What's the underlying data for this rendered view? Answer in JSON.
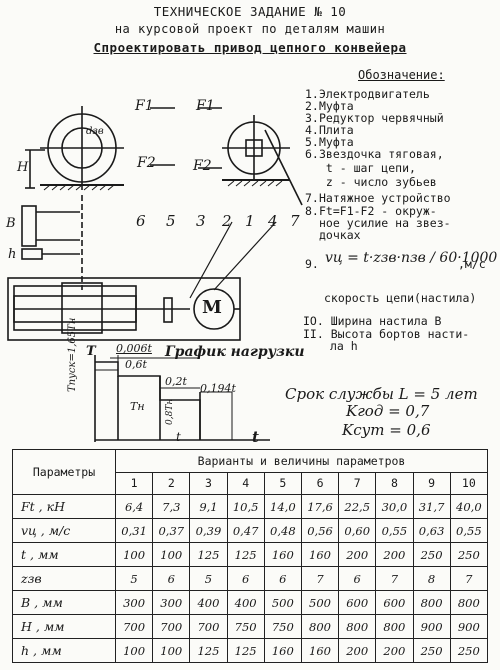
{
  "header": {
    "title": "ТЕХНИЧЕСКОЕ ЗАДАНИЕ № 10",
    "subtitle": "на курсовой проект по деталям машин",
    "task": "Спроектировать привод цепного конвейера"
  },
  "legend": {
    "title": "Обозначение:",
    "items": [
      {
        "num": "1.",
        "text": "Электродвигатель"
      },
      {
        "num": "2.",
        "text": "Муфта"
      },
      {
        "num": "3.",
        "text": "Редуктор червячный"
      },
      {
        "num": "4.",
        "text": "Плита"
      },
      {
        "num": "5.",
        "text": "Муфта"
      },
      {
        "num": "6.",
        "text": "Звездочка тяговая,"
      },
      {
        "num": "",
        "text": "  t - шаг цепи,"
      },
      {
        "num": "",
        "text": "  z - число зубьев"
      },
      {
        "num": "7.",
        "text": "Натяжное устройство"
      },
      {
        "num": "8.",
        "text": "Ft=F1-F2 - окруж-"
      },
      {
        "num": "",
        "text": "ное усилие на звез-"
      },
      {
        "num": "",
        "text": "дочках"
      }
    ],
    "item9_num": "9.",
    "item9_formula": "vц = t·zзв·nзв / 60·1000",
    "item9_unit": ",м/с",
    "item9_caption": "скорость цепи(настила)",
    "item10": "IO. Ширина настила B",
    "item11": "II. Высота бортов насти-",
    "item11b": "ла h"
  },
  "drawing": {
    "labels": {
      "F1_left": "F1",
      "F1_right": "F1",
      "F2_left": "F2",
      "F2_right": "F2",
      "H": "H",
      "B": "B",
      "h": "h",
      "d": "dзв",
      "numbers": [
        "6",
        "5",
        "3",
        "2",
        "1",
        "4",
        "7"
      ],
      "motor": "M"
    }
  },
  "load_graph": {
    "title": "График нагрузки",
    "T_label": "T",
    "Tpusk": "Tпуск=1,65Tн",
    "Tn": "Tн",
    "t_0006": "0,006t",
    "t_06": "0,6t",
    "t_02": "0,2t",
    "t_0194": "0,194t",
    "t_label": "t",
    "t_axis": "t",
    "T081": "0,8Tн",
    "service_life": "Срок службы L = 5 лет",
    "k_god": "Kгод = 0,7",
    "k_sut": "Kсут = 0,6"
  },
  "table": {
    "header_param": "Параметры",
    "header_variants": "Варианты и величины параметров",
    "variant_numbers": [
      "1",
      "2",
      "3",
      "4",
      "5",
      "6",
      "7",
      "8",
      "9",
      "10"
    ],
    "rows": [
      {
        "label": "Ft , кН",
        "values": [
          "6,4",
          "7,3",
          "9,1",
          "10,5",
          "14,0",
          "17,6",
          "22,5",
          "30,0",
          "31,7",
          "40,0"
        ]
      },
      {
        "label": "vц , м/с",
        "values": [
          "0,31",
          "0,37",
          "0,39",
          "0,47",
          "0,48",
          "0,56",
          "0,60",
          "0,55",
          "0,63",
          "0,55"
        ]
      },
      {
        "label": "t , мм",
        "values": [
          "100",
          "100",
          "125",
          "125",
          "160",
          "160",
          "200",
          "200",
          "250",
          "250"
        ]
      },
      {
        "label": "zзв",
        "values": [
          "5",
          "6",
          "5",
          "6",
          "6",
          "7",
          "6",
          "7",
          "8",
          "7"
        ]
      },
      {
        "label": "B , мм",
        "values": [
          "300",
          "300",
          "400",
          "400",
          "500",
          "500",
          "600",
          "600",
          "800",
          "800"
        ]
      },
      {
        "label": "H , мм",
        "values": [
          "700",
          "700",
          "700",
          "750",
          "750",
          "800",
          "800",
          "800",
          "900",
          "900"
        ]
      },
      {
        "label": "h , мм",
        "values": [
          "100",
          "100",
          "125",
          "125",
          "160",
          "160",
          "200",
          "200",
          "250",
          "250"
        ]
      }
    ]
  }
}
